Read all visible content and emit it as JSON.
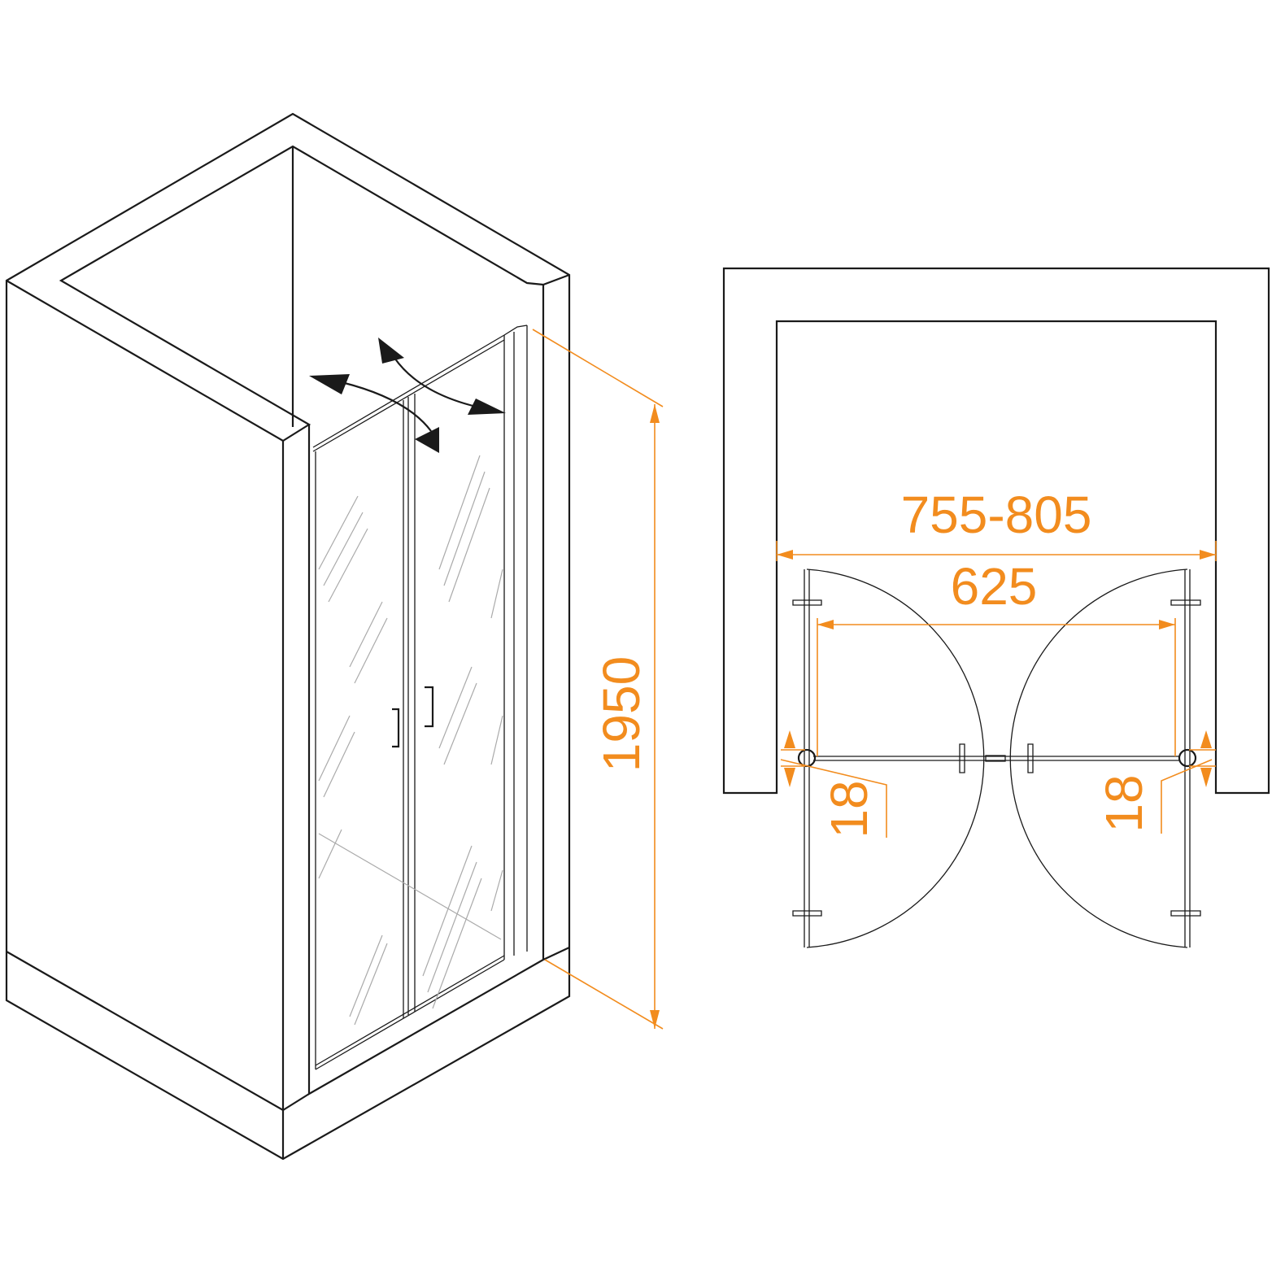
{
  "colors": {
    "dimension": "#F28C1E",
    "line": "#1a1a1a"
  },
  "dimensions": {
    "height": "1950",
    "opening_width": "755-805",
    "entry_width": "625",
    "left_adjust": "18",
    "right_adjust": "18"
  }
}
